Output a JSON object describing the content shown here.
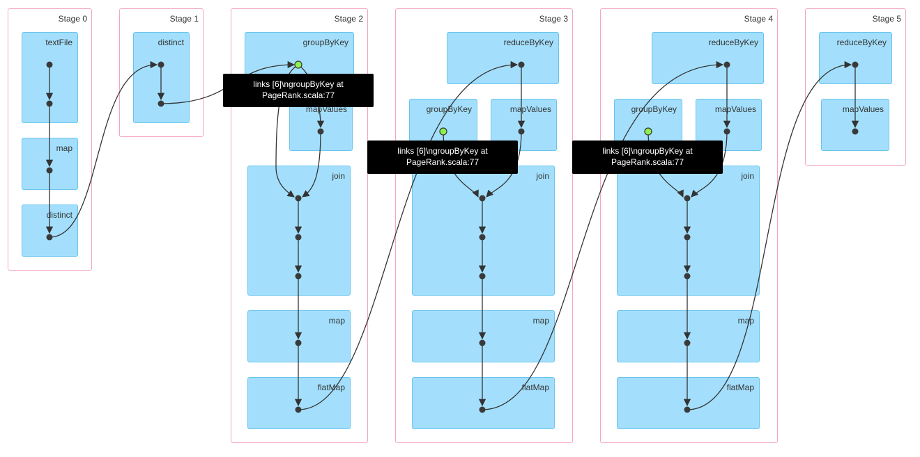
{
  "stages": [
    {
      "id": "s0",
      "label": "Stage 0"
    },
    {
      "id": "s1",
      "label": "Stage 1"
    },
    {
      "id": "s2",
      "label": "Stage 2"
    },
    {
      "id": "s3",
      "label": "Stage 3"
    },
    {
      "id": "s4",
      "label": "Stage 4"
    },
    {
      "id": "s5",
      "label": "Stage 5"
    }
  ],
  "operations": {
    "s0": [
      "textFile",
      "map",
      "distinct"
    ],
    "s1": [
      "distinct"
    ],
    "s2": [
      "groupByKey",
      "mapValues",
      "join",
      "map",
      "flatMap"
    ],
    "s3": [
      "reduceByKey",
      "groupByKey",
      "mapValues",
      "join",
      "map",
      "flatMap"
    ],
    "s4": [
      "reduceByKey",
      "groupByKey",
      "mapValues",
      "join",
      "map",
      "flatMap"
    ],
    "s5": [
      "reduceByKey",
      "mapValues"
    ]
  },
  "tooltip": {
    "line1": "links [6]\\ngroupByKey at",
    "line2": "PageRank.scala:77"
  },
  "colors": {
    "stage_border": "#f4a6bb",
    "op_fill": "#a3dffc",
    "op_border": "#6ac4ec",
    "node": "#3a3a3a",
    "cached_node": "#8ef04c",
    "edge": "#333333",
    "tooltip_bg": "#000000"
  }
}
